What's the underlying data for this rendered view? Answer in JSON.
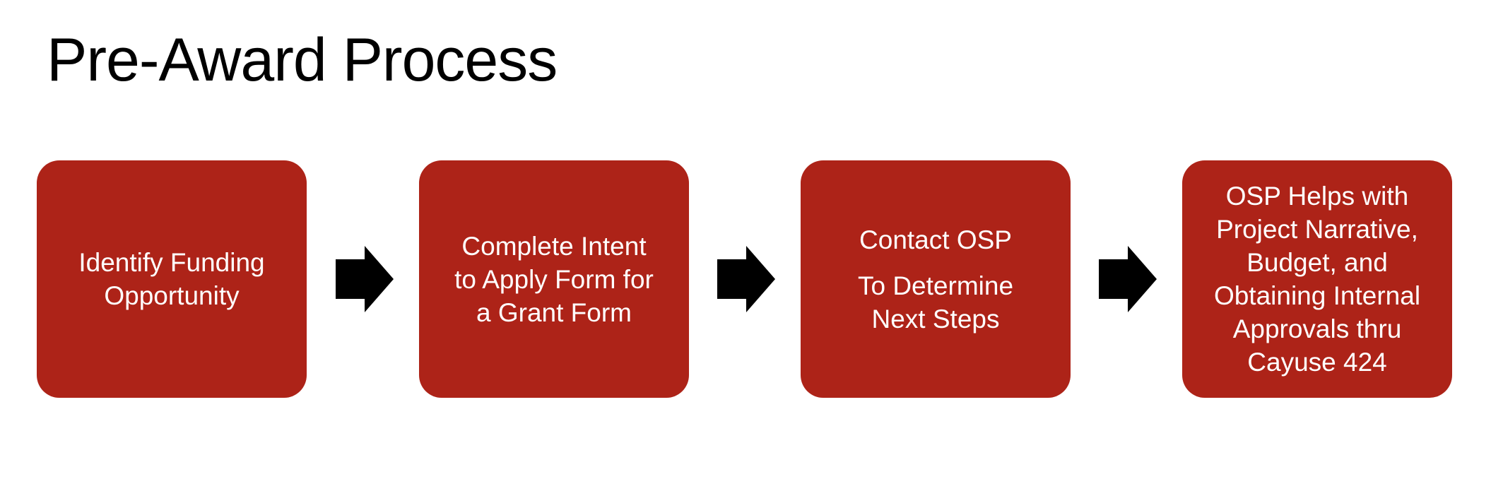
{
  "title": "Pre-Award Process",
  "colors": {
    "box_fill": "#ad2318",
    "box_text": "#ffffff",
    "arrow": "#000000",
    "title": "#000000"
  },
  "steps": [
    {
      "paragraphs": [
        [
          "Identify Funding",
          "Opportunity"
        ]
      ]
    },
    {
      "paragraphs": [
        [
          "Complete Intent",
          "to Apply Form for",
          "a Grant Form"
        ]
      ]
    },
    {
      "paragraphs": [
        [
          "Contact OSP"
        ],
        [
          "To Determine",
          "Next Steps"
        ]
      ]
    },
    {
      "paragraphs": [
        [
          "OSP Helps with",
          "Project Narrative,",
          "Budget, and",
          "Obtaining Internal",
          "Approvals thru",
          "Cayuse 424"
        ]
      ]
    }
  ],
  "connectors": [
    {
      "icon": "right-arrow-icon"
    },
    {
      "icon": "right-arrow-icon"
    },
    {
      "icon": "right-arrow-icon"
    }
  ]
}
